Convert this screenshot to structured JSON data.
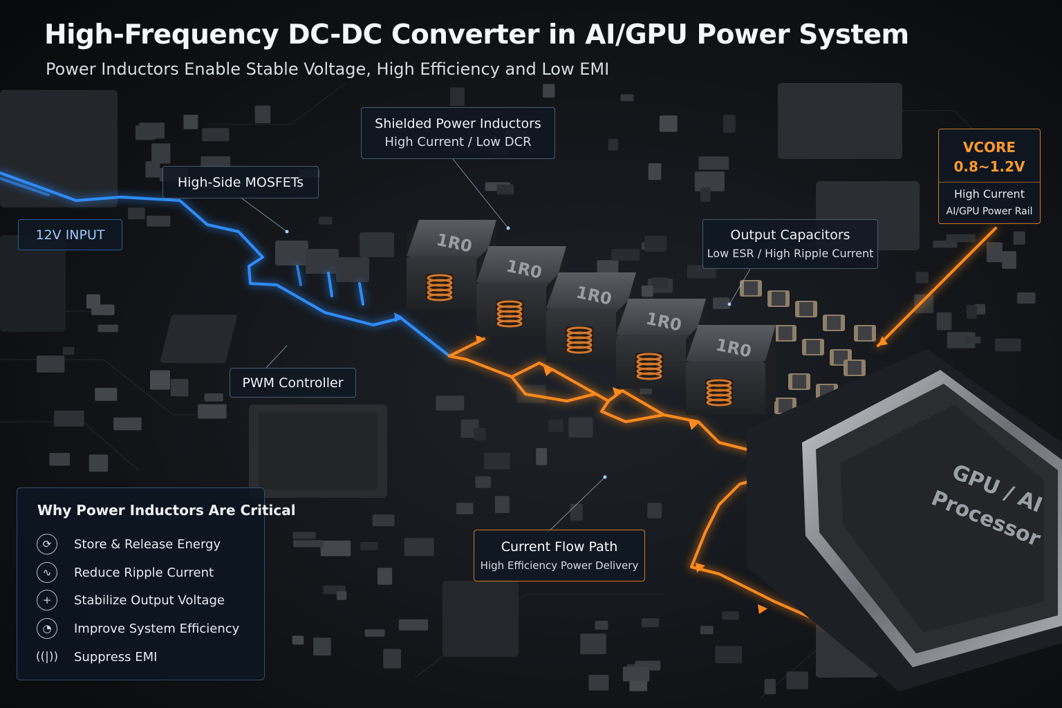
{
  "header": {
    "title": "High-Frequency DC-DC Converter in AI/GPU Power System",
    "subtitle": "Power Inductors Enable Stable Voltage, High Efficiency and Low EMI"
  },
  "callouts": {
    "input": {
      "title": "12V INPUT"
    },
    "mosfets": {
      "title": "High-Side MOSFETs"
    },
    "inductors": {
      "title": "Shielded Power Inductors",
      "detail": "High Current / Low DCR"
    },
    "pwm": {
      "title": "PWM Controller"
    },
    "capacitors": {
      "title": "Output Capacitors",
      "detail": "Low ESR / High Ripple Current"
    },
    "vcore": {
      "title": "VCORE",
      "value": "0.8~1.2V",
      "detail1": "High Current",
      "detail2": "AI/GPU Power Rail"
    },
    "current_path": {
      "title": "Current Flow Path",
      "detail": "High Efficiency Power Delivery"
    }
  },
  "components": {
    "inductor_marking": "1R0",
    "inductor_count": 5,
    "processor_label_line1": "GPU / AI",
    "processor_label_line2": "Processor"
  },
  "benefits_panel": {
    "title": "Why Power Inductors Are Critical",
    "items": [
      {
        "label": "Store & Release Energy",
        "icon": "energy-cycle-icon"
      },
      {
        "label": "Reduce Ripple Current",
        "icon": "ripple-wave-icon"
      },
      {
        "label": "Stabilize Output Voltage",
        "icon": "crosshair-icon"
      },
      {
        "label": "Improve System Efficiency",
        "icon": "gauge-icon"
      },
      {
        "label": "Suppress EMI",
        "icon": "signal-waves-icon"
      }
    ]
  },
  "colors": {
    "input_path": "#2f8dff",
    "output_path": "#ff8a1f",
    "vcore_accent": "#ff9a2e",
    "board": "#15181c"
  }
}
